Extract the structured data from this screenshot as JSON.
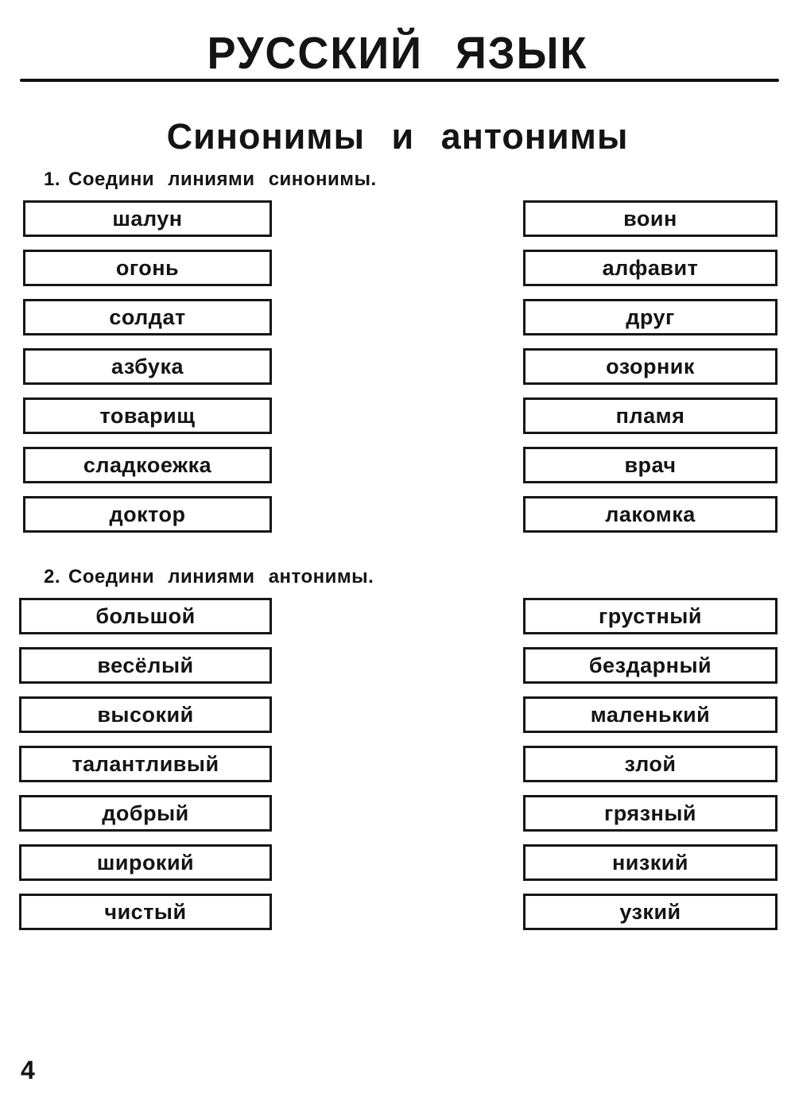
{
  "page": {
    "title": "РУССКИЙ ЯЗЫК",
    "subtitle": "Синонимы и антонимы",
    "page_number": "4"
  },
  "colors": {
    "ink": "#141414",
    "paper": "#ffffff"
  },
  "exercises": [
    {
      "number": "1.",
      "instruction": "Соедини линиями синонимы.",
      "left_words": [
        "шалун",
        "огонь",
        "солдат",
        "азбука",
        "товарищ",
        "сладкоежка",
        "доктор"
      ],
      "right_words": [
        "воин",
        "алфавит",
        "друг",
        "озорник",
        "пламя",
        "врач",
        "лакомка"
      ]
    },
    {
      "number": "2.",
      "instruction": "Соедини линиями антонимы.",
      "left_words": [
        "большой",
        "весёлый",
        "высокий",
        "талантливый",
        "добрый",
        "широкий",
        "чистый"
      ],
      "right_words": [
        "грустный",
        "бездарный",
        "маленький",
        "злой",
        "грязный",
        "низкий",
        "узкий"
      ]
    }
  ]
}
